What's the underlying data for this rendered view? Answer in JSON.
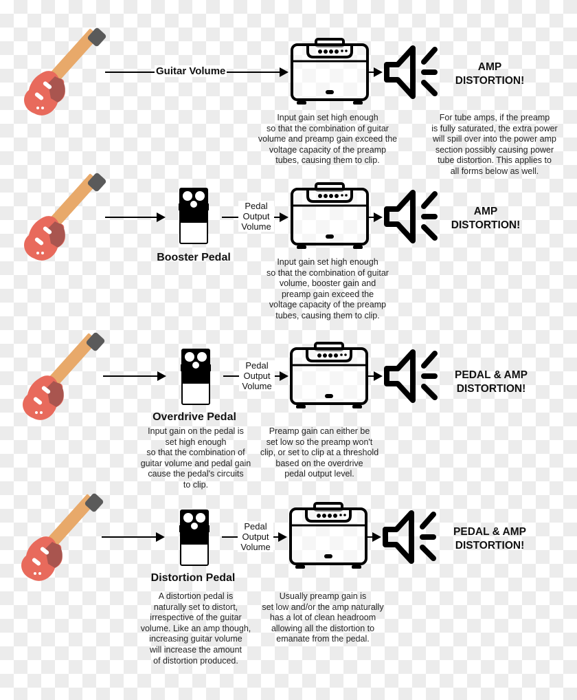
{
  "rows": [
    {
      "signal_label": "Guitar Volume",
      "amp_desc": [
        "Input gain set high enough",
        "so that the combination of guitar",
        "volume and preamp gain exceed the",
        "voltage capacity of the preamp",
        "tubes, causing them to clip."
      ],
      "result": [
        "AMP",
        "DISTORTION!"
      ],
      "result_note": [
        "For tube amps, if the preamp",
        "is fully saturated, the extra power",
        "will spill over into  the power amp",
        "section possibly causing power",
        "tube distortion. This applies to",
        "all forms below as well."
      ]
    },
    {
      "pedal_name": "Booster Pedal",
      "pedal_output": [
        "Pedal",
        "Output",
        "Volume"
      ],
      "amp_desc": [
        "Input gain set high enough",
        "so that the combination of guitar",
        "volume, booster gain and",
        "preamp gain exceed the",
        "voltage capacity of the preamp",
        "tubes, causing them to clip."
      ],
      "result": [
        "AMP",
        "DISTORTION!"
      ]
    },
    {
      "pedal_name": "Overdrive Pedal",
      "pedal_output": [
        "Pedal",
        "Output",
        "Volume"
      ],
      "pedal_desc": [
        "Input gain on the pedal is",
        "set high enough",
        "so that the combination of",
        "guitar volume and pedal gain",
        "cause the pedal's circuits",
        "to clip."
      ],
      "amp_desc": [
        "Preamp gain can either be",
        "set low so the preamp won't",
        "clip, or set to clip at a threshold",
        "based on the overdrive",
        "pedal output level."
      ],
      "result": [
        "PEDAL & AMP",
        "DISTORTION!"
      ]
    },
    {
      "pedal_name": "Distortion Pedal",
      "pedal_output": [
        "Pedal",
        "Output",
        "Volume"
      ],
      "pedal_desc": [
        "A distortion pedal is",
        "naturally set to distort,",
        "irrespective of the guitar",
        "volume. Like an amp though,",
        "increasing guitar volume",
        "will increase the amount",
        "of distortion produced."
      ],
      "amp_desc": [
        "Usually preamp gain is",
        "set low and/or the amp naturally",
        "has a lot of clean headroom",
        "allowing all the distortion to",
        "emanate from the pedal."
      ],
      "result": [
        "PEDAL & AMP",
        "DISTORTION!"
      ]
    }
  ],
  "colors": {
    "guitar_body": "#e86a5c",
    "guitar_shade": "#a9554f",
    "guitar_neck": "#e8a96a",
    "guitar_head": "#555555",
    "line": "#000000"
  }
}
